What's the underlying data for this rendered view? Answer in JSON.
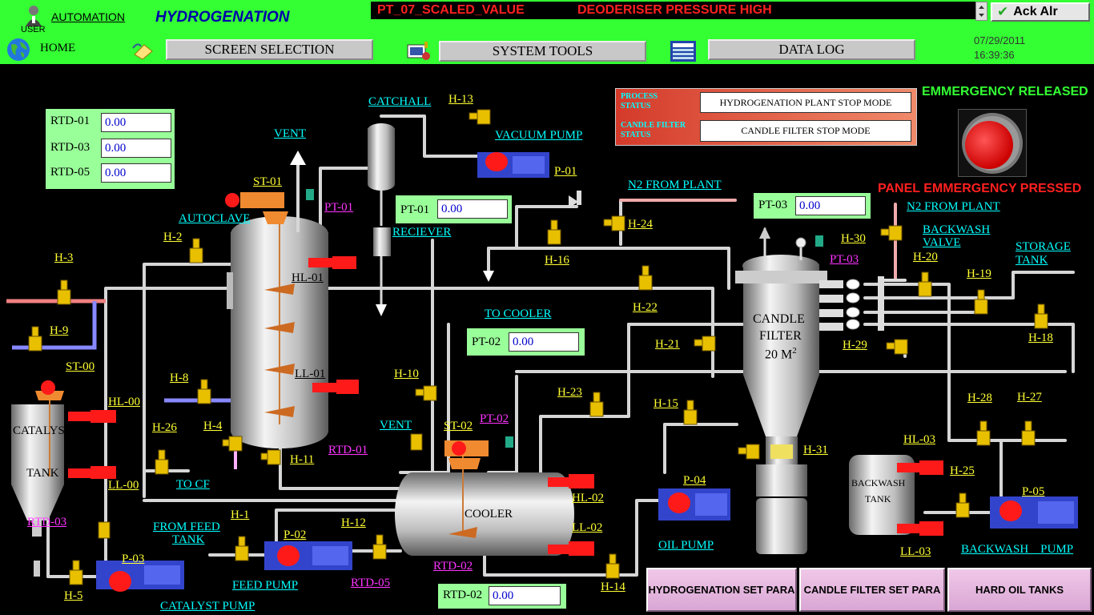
{
  "header": {
    "user_label": "USER",
    "automation": "AUTOMATION",
    "title": "HYDROGENATION",
    "home": "HOME",
    "screen_selection": "SCREEN SELECTION",
    "system_tools": "SYSTEM TOOLS",
    "data_log": "DATA LOG",
    "alarm_tag": "PT_07_SCALED_VALUE",
    "alarm_msg": "DEODERISER PRESSURE HIGH",
    "ack": "Ack Alr",
    "date": "07/29/2011",
    "time": "16:39:36"
  },
  "status": {
    "process_label": "PROCESS STATUS",
    "process_value": "HYDROGENATION PLANT STOP MODE",
    "candle_label": "CANDLE FILTER STATUS",
    "candle_value": "CANDLE FILTER STOP MODE"
  },
  "emergency": {
    "released": "EMMERGENCY RELEASED",
    "pressed": "PANEL EMMERGENCY PRESSED"
  },
  "rtd_box": [
    {
      "label": "RTD-01",
      "value": "0.00"
    },
    {
      "label": "RTD-03",
      "value": "0.00"
    },
    {
      "label": "RTD-05",
      "value": "0.00"
    }
  ],
  "pt01": {
    "label": "PT-01",
    "value": "0.00"
  },
  "pt02": {
    "label": "PT-02",
    "value": "0.00"
  },
  "pt03": {
    "label": "PT-03",
    "value": "0.00"
  },
  "rtd02": {
    "label": "RTD-02",
    "value": "0.00"
  },
  "equipment": {
    "autoclave": "AUTOCLAVE",
    "catchall": "CATCHALL",
    "vacuum_pump": "VACUUM PUMP",
    "reciever": "RECIEVER",
    "to_cooler": "TO COOLER",
    "n2_from_plant_1": "N2 FROM PLANT",
    "n2_from_plant_2": "N2 FROM PLANT",
    "backwash_valve_1": "BACKWASH",
    "backwash_valve_2": "VALVE",
    "storage_tank_1": "STORAGE",
    "storage_tank_2": "TANK",
    "candle_filter_1": "CANDLE",
    "candle_filter_2": "FILTER",
    "candle_filter_3": "20 M",
    "candle_filter_sup": "2",
    "catalyst_tank_1": "CATALYST",
    "catalyst_tank_2": "TANK",
    "cooler": "COOLER",
    "backwash_tank_1": "BACKWASH",
    "backwash_tank_2": "TANK",
    "vent_top": "VENT",
    "vent_cooler": "VENT",
    "to_cf": "TO CF",
    "from_feed_1": "FROM  FEED",
    "from_feed_2": "TANK",
    "feed_pump": "FEED PUMP",
    "catalyst_pump": "CATALYST PUMP",
    "oil_pump": "OIL PUMP",
    "backwash_pump": "BACKWASH    PUMP"
  },
  "tags": {
    "h1": "H-1",
    "h2": "H-2",
    "h3": "H-3",
    "h4": "H-4",
    "h5": "H-5",
    "h8": "H-8",
    "h9": "H-9",
    "h10": "H-10",
    "h11": "H-11",
    "h12": "H-12",
    "h13": "H-13",
    "h14": "H-14",
    "h15": "H-15",
    "h16": "H-16",
    "h18": "H-18",
    "h19": "H-19",
    "h20": "H-20",
    "h21": "H-21",
    "h22": "H-22",
    "h23": "H-23",
    "h24": "H-24",
    "h25": "H-25",
    "h26": "H-26",
    "h27": "H-27",
    "h28": "H-28",
    "h29": "H-29",
    "h30": "H-30",
    "h31": "H-31",
    "p01": "P-01",
    "p02": "P-02",
    "p03": "P-03",
    "p04": "P-04",
    "p05": "P-05",
    "st00": "ST-00",
    "st01": "ST-01",
    "st02": "ST-02",
    "hl00": "HL-00",
    "ll00": "LL-00",
    "hl01": "HL-01",
    "ll01": "LL-01",
    "hl02": "HL-02",
    "ll02": "LL-02",
    "hl03": "HL-03",
    "ll03": "LL-03",
    "pt01m": "PT-01",
    "pt02m": "PT-02",
    "pt03m": "PT-03",
    "rtd01m": "RTD-01",
    "rtd02m": "RTD-02",
    "rtd03m": "RTD-03",
    "rtd05m": "RTD-05"
  },
  "bottom_buttons": {
    "hydro": "HYDROGENATION SET PARA",
    "candle": "CANDLE FILTER SET PARA",
    "hard_oil": "HARD OIL TANKS"
  },
  "colors": {
    "header": "#33ff33",
    "pipe": "#d9d9d9",
    "valve": "#e8c000",
    "pump": "#3344cc",
    "motor": "#ff1a1a"
  }
}
